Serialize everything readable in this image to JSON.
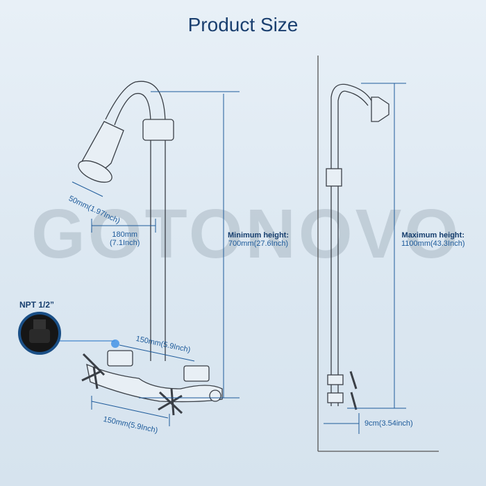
{
  "title": "Product Size",
  "watermark": "GOTONOVO",
  "npt": {
    "label": "NPT 1/2”"
  },
  "dimensions": {
    "head_diameter": "50mm(1.97Inch)",
    "arm_reach_value": "180mm",
    "arm_reach_inch": "(7.1Inch)",
    "inlet_spacing_top": "150mm(5.9Inch)",
    "inlet_spacing_bottom": "150mm(5.9Inch)",
    "min_height_label": "Minimum height:",
    "min_height_value": "700mm(27.6Inch)",
    "max_height_label": "Maximum height:",
    "max_height_value": "1100mm(43.3Inch)",
    "wall_offset": "9cm(3.54inch)"
  },
  "colors": {
    "accent": "#1d5a9a",
    "title": "#1a3f6f",
    "line": "#3a3f46"
  }
}
